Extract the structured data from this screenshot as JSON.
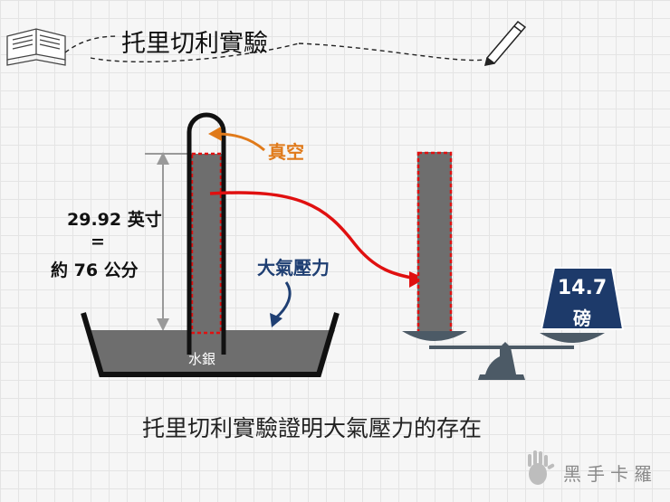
{
  "header": {
    "title": "托里切利實驗"
  },
  "labels": {
    "vacuum": "真空",
    "height_line1": "29.92 英寸",
    "height_line2": "=",
    "height_line3": "約 76 公分",
    "atmospheric_pressure": "大氣壓力",
    "mercury": "水銀",
    "weight_value": "14.7",
    "weight_unit": "磅"
  },
  "caption": "托里切利實驗證明大氣壓力的存在",
  "brand": "黑手卡羅",
  "colors": {
    "vacuum_label": "#e07a1a",
    "pressure_label": "#1f3f73",
    "arrow": "#e01010",
    "mercury": "#6e6e6e",
    "weight": "#1d3a6a"
  }
}
